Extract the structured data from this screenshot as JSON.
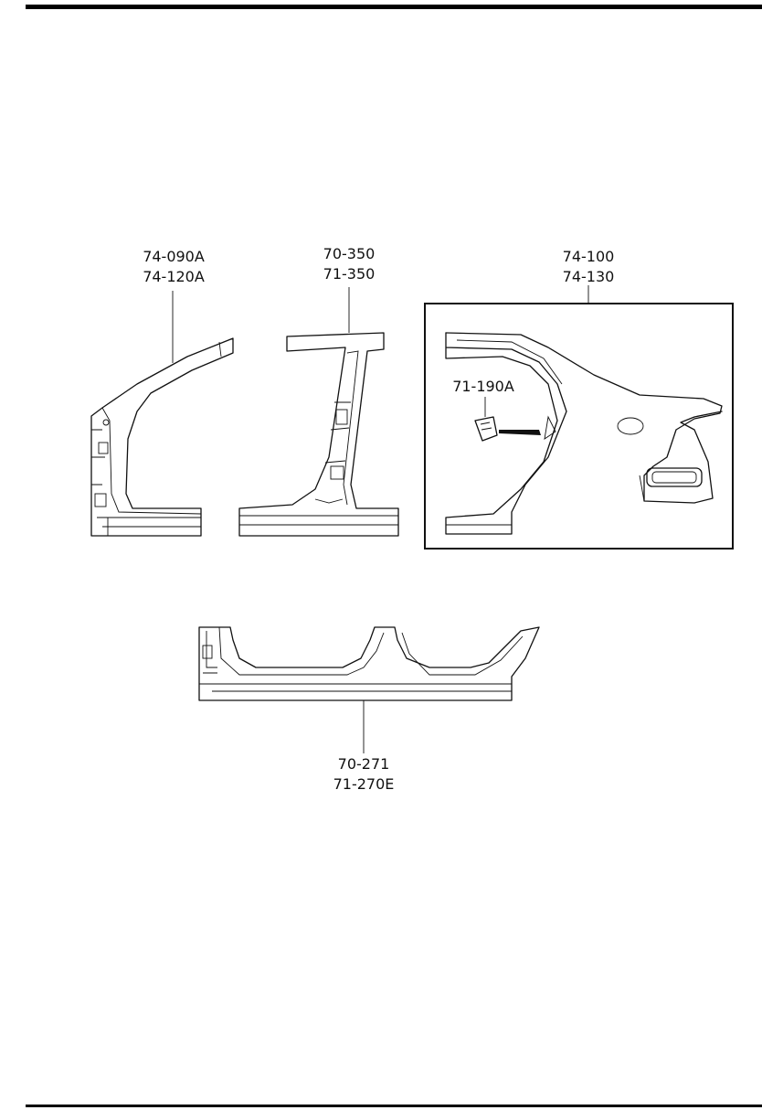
{
  "callouts": {
    "front_pillar": {
      "line1": "74-090A",
      "line2": "74-120A"
    },
    "center_pillar": {
      "line1": "70-350",
      "line2": "71-350"
    },
    "rear_fender": {
      "line1": "74-100",
      "line2": "74-130"
    },
    "fuel_lid_bracket": {
      "line1": "71-190A"
    },
    "side_sill": {
      "line1": "70-271",
      "line2": "71-270E"
    }
  }
}
